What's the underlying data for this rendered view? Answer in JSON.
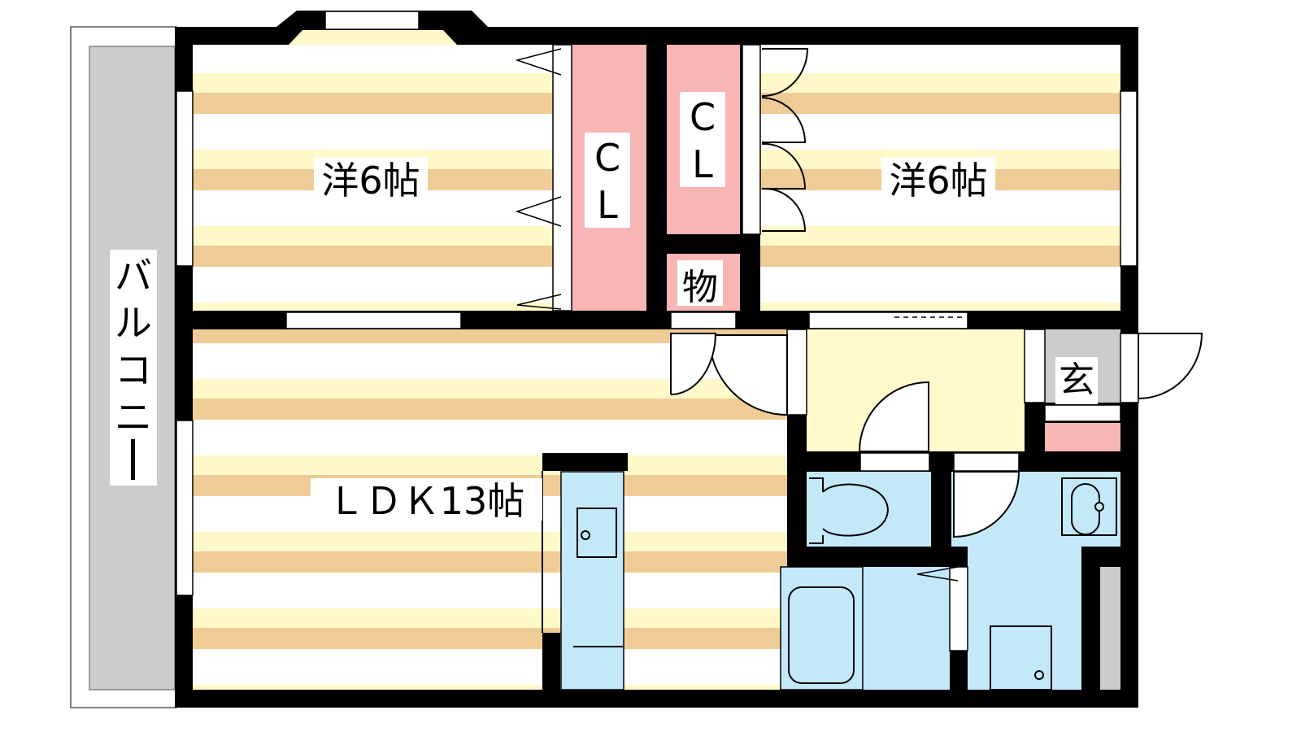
{
  "rooms": {
    "western1": "洋6帖",
    "closet1": [
      "C",
      "L"
    ],
    "closet2": [
      "C",
      "L"
    ],
    "storage": "物",
    "western2": "洋6帖",
    "ldk": "ＬＤＫ13帖",
    "entrance": "玄",
    "balcony": [
      "バ",
      "ル",
      "コ",
      "ニ",
      "ー"
    ]
  },
  "colors": {
    "wall": "#000000",
    "floor_stripe_light": "#FFF9C9",
    "floor_stripe_tan": "#EFCC96",
    "closet": "#F8B5B5",
    "wet_area": "#C3E8F8",
    "hall": "#FFF9CC",
    "balcony": "#CCCCCC"
  }
}
